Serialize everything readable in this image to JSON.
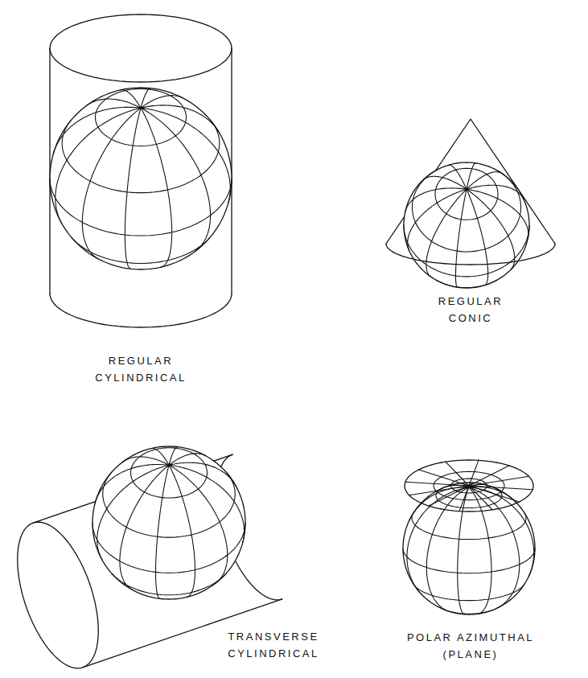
{
  "diagram": {
    "labels": [
      "REGULAR CYLINDRICAL",
      "REGULAR CONIC",
      "TRANSVERSE CYLINDRICAL",
      "POLAR AZIMUTHAL (PLANE)"
    ]
  }
}
